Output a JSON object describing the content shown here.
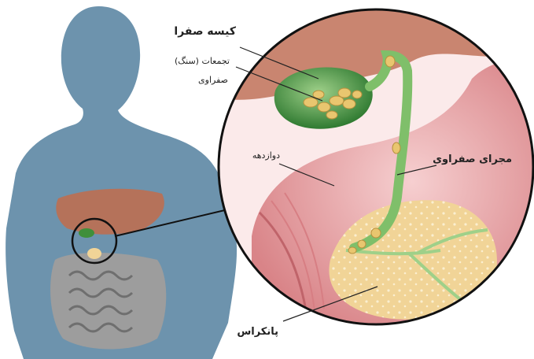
{
  "labels": {
    "gallbladder": "کیسه صفرا",
    "gallstones_line1": "تجمعات (سنگ)",
    "gallstones_line2": "صفراوی",
    "duodenum": "دوازدهه",
    "bile_duct": "مجرای صفراوی",
    "pancreas": "پانکراس"
  },
  "colors": {
    "body_silhouette": "#6d93ad",
    "gallbladder": "#3f8f3a",
    "stones": "#e9c66f",
    "duct": "#7fbf6a",
    "stomach": "#e8a4a6",
    "pancreas": "#f1d497",
    "liver": "#b5725a",
    "intestine": "#9d9d9d"
  }
}
